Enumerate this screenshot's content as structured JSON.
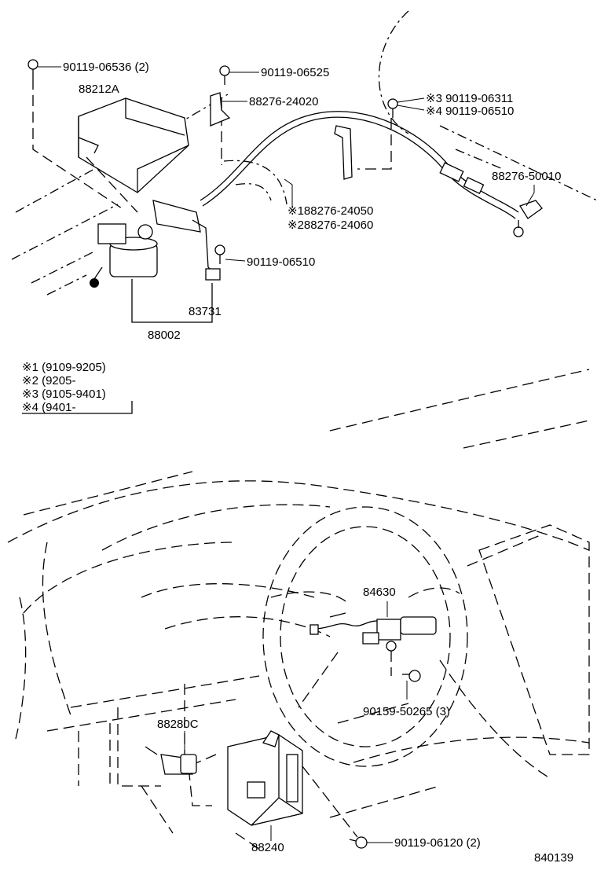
{
  "callouts": {
    "bolt_top_left": "90119-06536 (2)",
    "cover": "88212A",
    "bolt_top_mid": "90119-06525",
    "bracket": "88276-24020",
    "bolt_r3": "※3  90119-06311",
    "bolt_r4": "※4  90119-06510",
    "clamp": "88276-50010",
    "cable1": "※188276-24050",
    "cable2": "※288276-24060",
    "bolt_mid": "90119-06510",
    "link": "83731",
    "actuator": "88002",
    "switch": "84630",
    "screw": "90159-50265 (3)",
    "clutch_switch": "88280C",
    "computer": "88240",
    "bolt_bottom": "90119-06120 (2)"
  },
  "legend": {
    "n1": "※1 (9109-9205)",
    "n2": "※2 (9205-",
    "n3": "※3 (9105-9401)",
    "n4": "※4 (9401-"
  },
  "figure_number": "840139"
}
